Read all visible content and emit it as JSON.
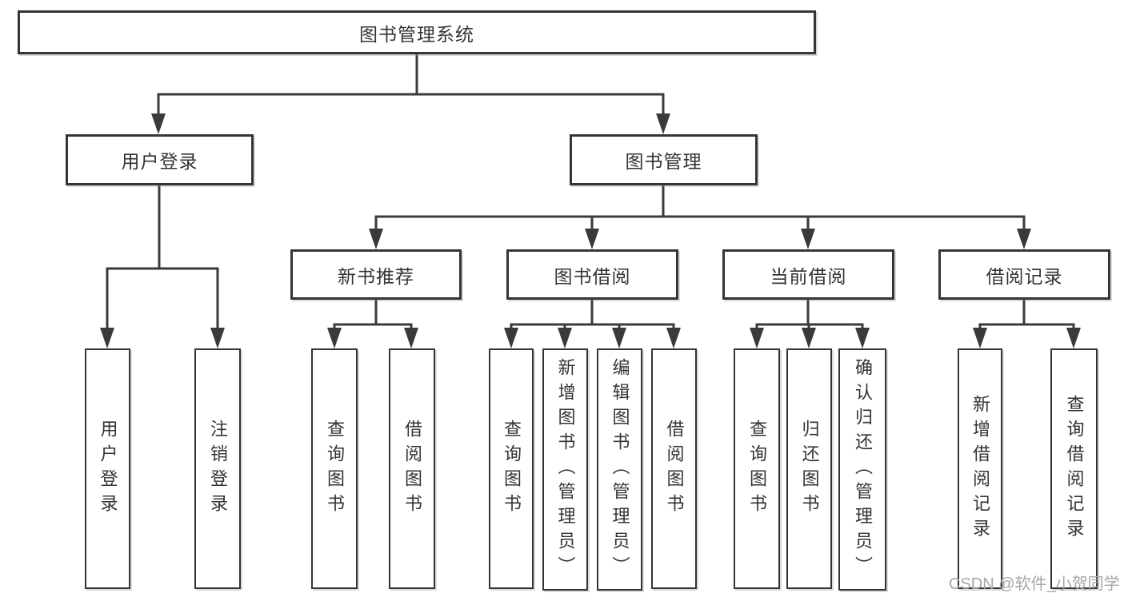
{
  "tree": {
    "root_label": "图书管理系统",
    "branches": [
      {
        "label": "用户登录",
        "leaves": [
          "用户登录",
          "注销登录"
        ]
      },
      {
        "label": "图书管理",
        "groups": [
          {
            "label": "新书推荐",
            "leaves": [
              "查询图书",
              "借阅图书"
            ]
          },
          {
            "label": "图书借阅",
            "leaves": [
              "查询图书",
              "新增图书（管理员）",
              "编辑图书（管理员）",
              "借阅图书"
            ]
          },
          {
            "label": "当前借阅",
            "leaves": [
              "查询图书",
              "归还图书",
              "确认归还（管理员）"
            ]
          },
          {
            "label": "借阅记录",
            "leaves": [
              "新增借阅记录",
              "查询借阅记录"
            ]
          }
        ]
      }
    ]
  },
  "watermark": {
    "text": "CSDN @软件_小贺同学",
    "color": "#a6a6a6"
  },
  "colors": {
    "line": "#3a3a3a",
    "box_border": "#353535",
    "text": "#333333",
    "background": "#ffffff"
  }
}
